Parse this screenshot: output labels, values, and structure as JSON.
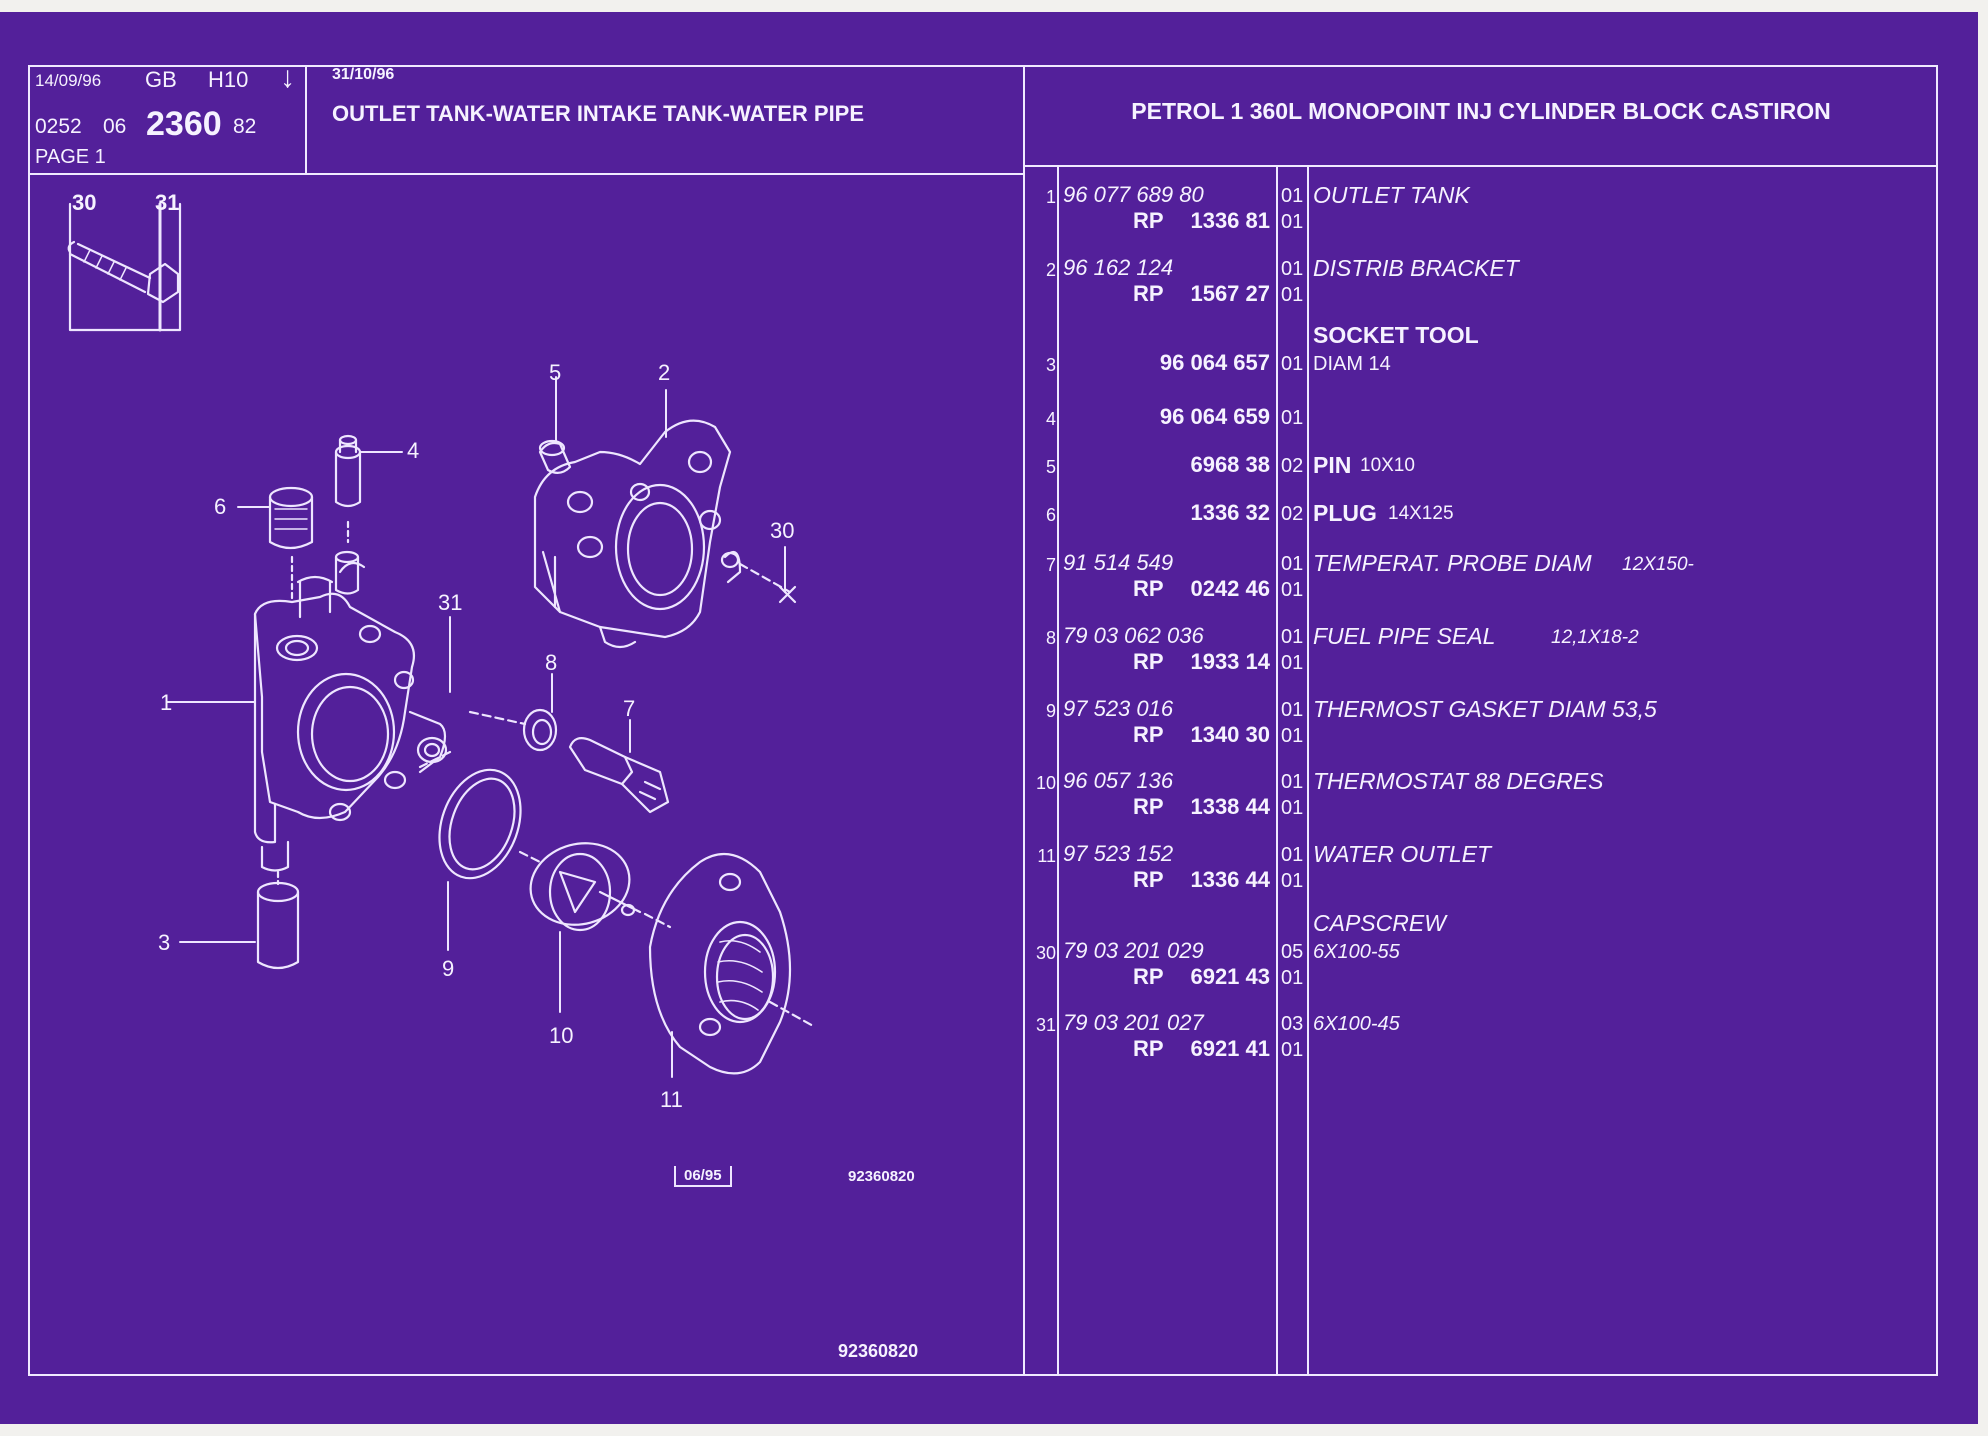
{
  "header": {
    "date1": "14/09/96",
    "lang": "GB",
    "code": "H10",
    "arrow": "↓",
    "ref_a": "0252",
    "ref_b": "06",
    "ref_main": "2360",
    "ref_c": "82",
    "page_label": "PAGE 1",
    "date2": "31/10/96",
    "title": "OUTLET TANK-WATER INTAKE TANK-WATER PIPE",
    "subtitle": "PETROL 1 360L MONOPOINT INJ CYLINDER BLOCK CASTIRON"
  },
  "inset": {
    "label_a": "30",
    "label_b": "31"
  },
  "callouts": [
    "5",
    "2",
    "4",
    "6",
    "30",
    "31",
    "1",
    "8",
    "7",
    "9",
    "10",
    "11",
    "3"
  ],
  "footer": {
    "stamp": "06/95",
    "code_small": "92360820",
    "code_bottom": "92360820"
  },
  "parts": [
    {
      "num": "1",
      "ref": "96 077 689 80",
      "rp": "RP",
      "rp_num": "1336 81",
      "qty": "01",
      "qty2": "01",
      "desc": "OUTLET TANK",
      "desc2": ""
    },
    {
      "num": "2",
      "ref": "96 162 124",
      "rp": "RP",
      "rp_num": "1567 27",
      "qty": "01",
      "qty2": "01",
      "desc": "DISTRIB BRACKET",
      "desc2": ""
    },
    {
      "num": "3",
      "ref": "",
      "rp": "",
      "rp_num": "96 064 657",
      "qty": "01",
      "qty2": "",
      "desc": "SOCKET TOOL",
      "desc2": "DIAM 14"
    },
    {
      "num": "4",
      "ref": "",
      "rp": "",
      "rp_num": "96 064 659",
      "qty": "01",
      "qty2": "",
      "desc": "",
      "desc2": ""
    },
    {
      "num": "5",
      "ref": "",
      "rp": "",
      "rp_num": "6968 38",
      "qty": "02",
      "qty2": "",
      "desc": "PIN",
      "desc2": "10X10"
    },
    {
      "num": "6",
      "ref": "",
      "rp": "",
      "rp_num": "1336 32",
      "qty": "02",
      "qty2": "",
      "desc": "PLUG",
      "desc2": "14X125"
    },
    {
      "num": "7",
      "ref": "91 514 549",
      "rp": "RP",
      "rp_num": "0242 46",
      "qty": "01",
      "qty2": "01",
      "desc": "TEMPERAT. PROBE DIAM",
      "desc2": "12X150-"
    },
    {
      "num": "8",
      "ref": "79 03 062 036",
      "rp": "RP",
      "rp_num": "1933 14",
      "qty": "01",
      "qty2": "01",
      "desc": "FUEL PIPE SEAL",
      "desc2": "12,1X18-2"
    },
    {
      "num": "9",
      "ref": "97 523 016",
      "rp": "RP",
      "rp_num": "1340 30",
      "qty": "01",
      "qty2": "01",
      "desc": "THERMOST GASKET DIAM 53,5",
      "desc2": ""
    },
    {
      "num": "10",
      "ref": "96 057 136",
      "rp": "RP",
      "rp_num": "1338 44",
      "qty": "01",
      "qty2": "01",
      "desc": "THERMOSTAT 88 DEGRES",
      "desc2": ""
    },
    {
      "num": "11",
      "ref": "97 523 152",
      "rp": "RP",
      "rp_num": "1336 44",
      "qty": "01",
      "qty2": "01",
      "desc": "WATER OUTLET",
      "desc2": ""
    },
    {
      "num": "30",
      "ref": "79 03 201 029",
      "rp": "RP",
      "rp_num": "6921 43",
      "qty": "05",
      "qty2": "01",
      "desc": "CAPSCREW",
      "desc2": "6X100-55"
    },
    {
      "num": "31",
      "ref": "79 03 201 027",
      "rp": "RP",
      "rp_num": "6921 41",
      "qty": "03",
      "qty2": "01",
      "desc": "",
      "desc2": "6X100-45"
    }
  ]
}
